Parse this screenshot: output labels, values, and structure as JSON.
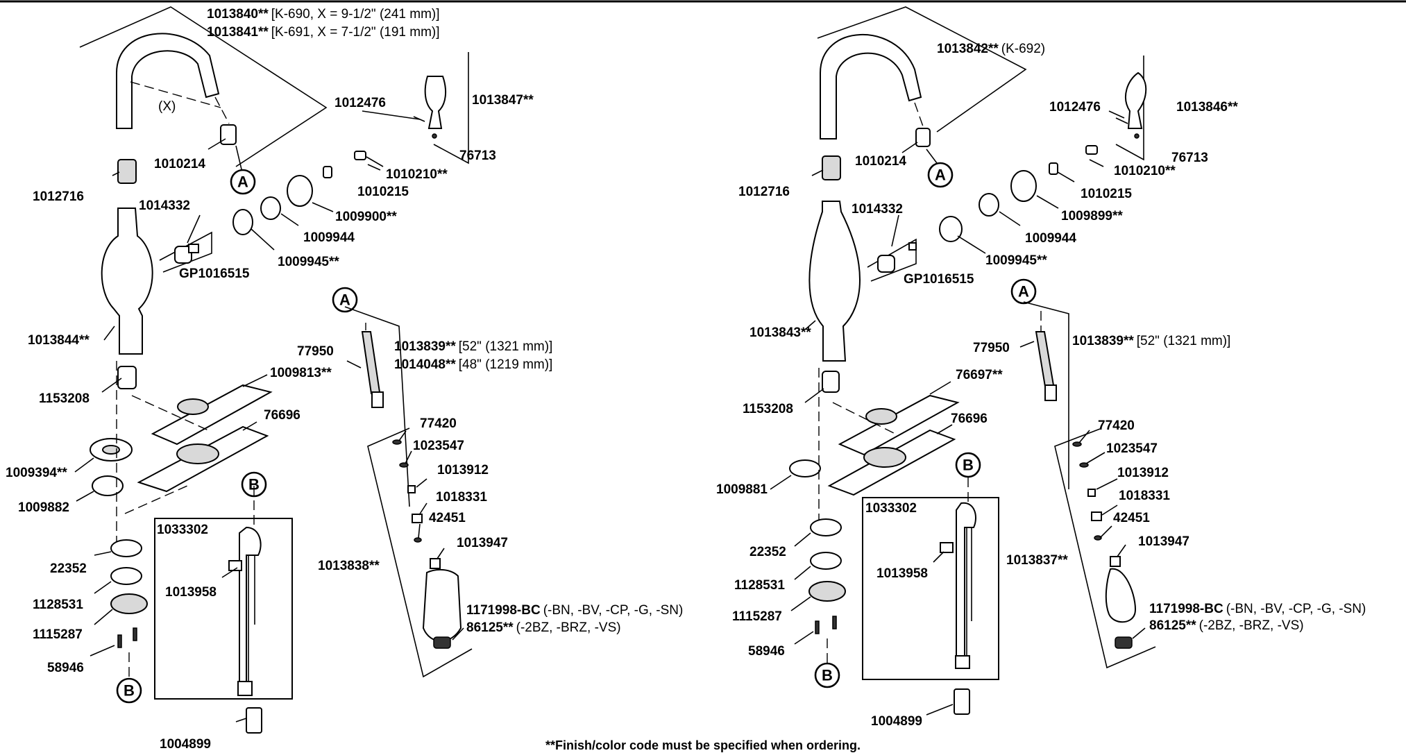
{
  "left": {
    "spout_1": {
      "part": "1013840**",
      "spec": "[K-690, X = 9-1/2\" (241 mm)]"
    },
    "spout_2": {
      "part": "1013841**",
      "spec": "[K-691, X = 7-1/2\" (191 mm)]"
    },
    "x_label": "(X)",
    "p1012476": "1012476",
    "handle": "1013847**",
    "p76713": "76713",
    "p1010214": "1010214",
    "p1010210": "1010210**",
    "p1012716": "1012716",
    "p1010215": "1010215",
    "p1014332": "1014332",
    "escutcheon": "1009900**",
    "p1009944": "1009944",
    "p1009945": "1009945**",
    "cartridge": "GP1016515",
    "body": "1013844**",
    "p77950": "77950",
    "hose_1": {
      "part": "1013839**",
      "spec": "[52\" (1321 mm)]"
    },
    "hose_2": {
      "part": "1014048**",
      "spec": "[48\" (1219 mm)]"
    },
    "p1153208": "1153208",
    "plate": "1009813**",
    "p76696": "76696",
    "p1009394": "1009394**",
    "p1009882": "1009882",
    "p77420": "77420",
    "p1023547": "1023547",
    "p1013912": "1013912",
    "p1018331": "1018331",
    "p42451": "42451",
    "p1013947": "1013947",
    "p1033302": "1033302",
    "p1013958": "1013958",
    "sprayhead": "1013838**",
    "p22352": "22352",
    "p1128531": "1128531",
    "p1115287": "1115287",
    "p58946": "58946",
    "finish_1": {
      "part": "1171998-BC",
      "spec": "(-BN, -BV, -CP, -G, -SN)"
    },
    "finish_2": {
      "part": "86125**",
      "spec": "(-2BZ, -BRZ, -VS)"
    },
    "p1004899": "1004899"
  },
  "right": {
    "spout": {
      "part": "1013842**",
      "spec": "(K-692)"
    },
    "p1012476": "1012476",
    "handle": "1013846**",
    "p76713": "76713",
    "p1010214": "1010214",
    "p1010210": "1010210**",
    "p1012716": "1012716",
    "p1010215": "1010215",
    "p1014332": "1014332",
    "escutcheon": "1009899**",
    "p1009944": "1009944",
    "p1009945": "1009945**",
    "cartridge": "GP1016515",
    "body": "1013843**",
    "p77950": "77950",
    "hose": {
      "part": "1013839**",
      "spec": "[52\" (1321 mm)]"
    },
    "p1153208": "1153208",
    "plate": "76697**",
    "p76696": "76696",
    "p1009881": "1009881",
    "p77420": "77420",
    "p1023547": "1023547",
    "p1013912": "1013912",
    "p1018331": "1018331",
    "p42451": "42451",
    "p1013947": "1013947",
    "p1033302": "1033302",
    "p1013958": "1013958",
    "sprayhead": "1013837**",
    "p22352": "22352",
    "p1128531": "1128531",
    "p1115287": "1115287",
    "p58946": "58946",
    "finish_1": {
      "part": "1171998-BC",
      "spec": "(-BN, -BV, -CP, -G, -SN)"
    },
    "finish_2": {
      "part": "86125**",
      "spec": "(-2BZ, -BRZ, -VS)"
    },
    "p1004899": "1004899"
  },
  "callouts": {
    "a": "A",
    "b": "B"
  },
  "footnote": "**Finish/color code must be specified when ordering."
}
